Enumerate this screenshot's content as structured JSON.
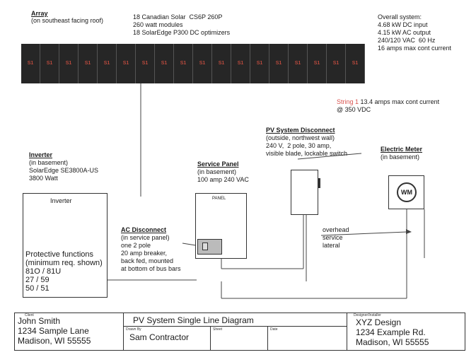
{
  "array": {
    "title": "Array",
    "location": "(on southeast facing roof)",
    "specs": [
      "18 Canadian Solar  CS6P 260P",
      "260 watt modules",
      "18 SolarEdge P300 DC optimizers"
    ],
    "module_label": "S1",
    "module_count": 18
  },
  "overall": {
    "lines": [
      "Overall system:",
      "4.68 kW DC input",
      "4.15 kW AC output",
      "240/120 VAC  60 Hz",
      "16 amps max cont current"
    ]
  },
  "string": {
    "label": "String 1",
    "detail": "13.4 amps max cont current",
    "voltage": "@ 350 VDC"
  },
  "pv_disconnect": {
    "title": "PV System Disconnect",
    "lines": [
      "(outside, northwest wall)",
      "240 V,  2 pole, 30 amp,",
      "visible blade, lockable switch"
    ]
  },
  "meter": {
    "title": "Electric Meter",
    "location": "(in basement)",
    "symbol": "WM"
  },
  "inverter": {
    "title": "Inverter",
    "lines": [
      "(in basement)",
      "SolarEdge SE3800A-US",
      "3800 Watt"
    ],
    "box_label": "Inverter",
    "protective": [
      "Protective functions",
      "(minimum req. shown)",
      "81O / 81U",
      "27 / 59",
      "50 / 51"
    ]
  },
  "service_panel": {
    "title": "Service Panel",
    "lines": [
      "(in basement)",
      "100 amp 240 VAC"
    ],
    "box_label": "PANEL"
  },
  "ac_disconnect": {
    "title": "AC Disconnect",
    "lines": [
      "(in service panel)",
      "one 2 pole",
      "20 amp breaker,",
      "back fed, mounted",
      "at bottom of bus bars"
    ]
  },
  "lateral": {
    "lines": [
      "overhead",
      "service",
      "lateral"
    ]
  },
  "title_block": {
    "client_label": "Client",
    "client_lines": [
      "John Smith",
      "1234 Sample Lane",
      "Madison, WI 55555"
    ],
    "title": "PV System Single Line Diagram",
    "drawn_by_label": "Drawn By",
    "drawn_by": "Sam Contractor",
    "sheet_label": "Sheet",
    "date_label": "Date",
    "designer_label": "Designer/Installer",
    "designer_lines": [
      "XYZ Design",
      "1234 Example Rd.",
      "Madison, WI 55555"
    ]
  }
}
